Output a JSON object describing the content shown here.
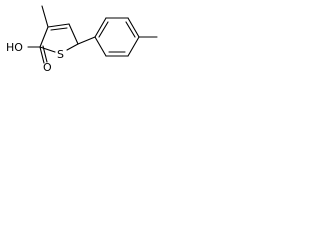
{
  "molecule": {
    "atoms": {
      "hydroxyl": "HO",
      "carbonyl_oxygen": "O",
      "sulfur": "S"
    },
    "colors": {
      "bond": "#000000",
      "label": "#000000",
      "background": "#ffffff"
    }
  }
}
